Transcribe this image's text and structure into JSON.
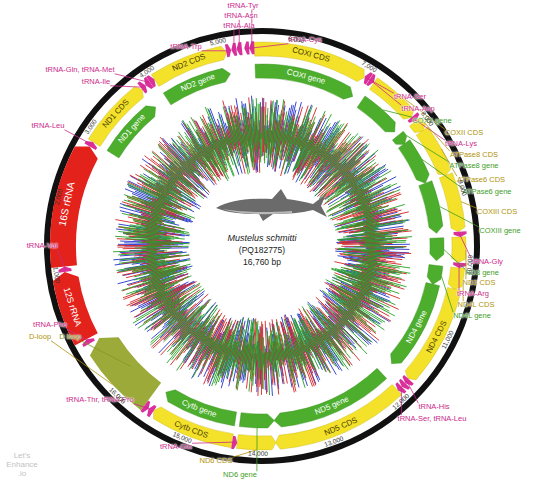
{
  "diagram": {
    "labels": [
      "Mustelus schmitti",
      "(PQ182775)",
      "16,760 bp",
      "tRNA-Trp",
      "tRNA-Tyr",
      "tRNA-Asn",
      "tRNA-Ala",
      "tRNA-Cys",
      "tRNA-Gln, tRNA-Met",
      "tRNA-Ile",
      "tRNA-Leu",
      "tRNA-Val",
      "tRNA-Phe",
      "D-loop",
      "D loop",
      "tRNA-Ser",
      "tRNA-Asp",
      "COXII gene",
      "COXII CDS",
      "tRNA-Lys",
      "ATPase8 CDS",
      "ATPase8 gene",
      "ATPase6 CDS",
      "ATPase6 gene",
      "COXIII CDS",
      "COXIII gene",
      "tRNA-Gly",
      "ND3 gene",
      "ND3 CDS",
      "tRNA-Arg",
      "ND4L CDS",
      "ND4L gene",
      "tRNA-His",
      "tRNA-Ser, tRNA-Leu",
      "tRNA-Glu",
      "ND6 CDS",
      "ND6 gene",
      "tRNA-Thr, tRNA-Pro",
      "ND1 CDS",
      "ND1 gene",
      "ND2 CDS",
      "ND2 gene",
      "COXI CDS",
      "COXI gene",
      "16S rRNA",
      "12S rRNA",
      "ND4 CDS",
      "ND4 gene",
      "ND5 CDS",
      "ND5 gene",
      "Cytb CDS",
      "Cytb gene",
      "1,000",
      "2,000",
      "3,000",
      "4,000",
      "5,000",
      "6,000",
      "7,000",
      "8,000",
      "9,000",
      "10,000",
      "11,000",
      "12,000",
      "13,000",
      "14,000",
      "15,000",
      "16,000",
      "Let's Enhance .io"
    ]
  }
}
